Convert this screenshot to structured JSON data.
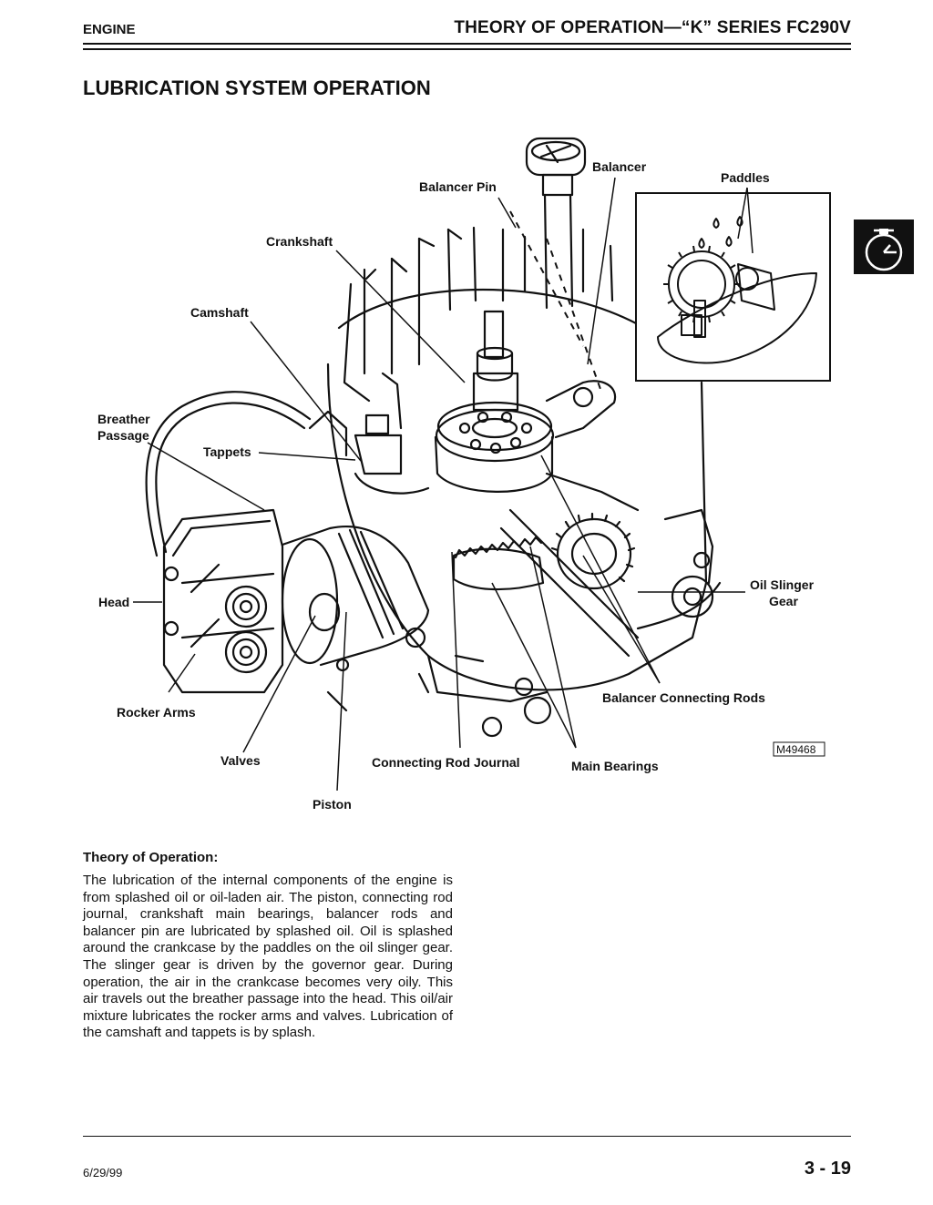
{
  "header": {
    "section": "ENGINE",
    "chapter": "THEORY OF OPERATION—“K” SERIES FC290V"
  },
  "page_title": "LUBRICATION SYSTEM OPERATION",
  "tab_icon": "clock-icon",
  "figure": {
    "id": "M49468",
    "labels": {
      "balancer": "Balancer",
      "paddles": "Paddles",
      "balancer_pin": "Balancer Pin",
      "crankshaft": "Crankshaft",
      "camshaft": "Camshaft",
      "breather_1": "Breather",
      "breather_2": "Passage",
      "tappets": "Tappets",
      "head": "Head",
      "oil_slinger_1": "Oil Slinger",
      "oil_slinger_2": "Gear",
      "balancer_rods": "Balancer Connecting Rods",
      "rocker_arms": "Rocker Arms",
      "valves": "Valves",
      "conn_rod_journal": "Connecting Rod Journal",
      "main_bearings": "Main Bearings",
      "piston": "Piston"
    }
  },
  "theory": {
    "heading": "Theory of Operation:",
    "body": "The lubrication of the internal components of the engine is from splashed oil or oil-laden air. The piston, connecting rod journal, crankshaft main bearings, balancer rods and balancer pin are lubricated by splashed oil. Oil is splashed around the crankcase by the paddles on the oil slinger gear. The slinger gear is driven by the governor gear. During operation, the air in the crankcase becomes very oily. This air travels out the breather passage into the head. This oil/air mixture lubricates the rocker arms and valves. Lubrication of the camshaft and tappets is by splash."
  },
  "footer": {
    "date": "6/29/99",
    "page": "3 - 19"
  }
}
